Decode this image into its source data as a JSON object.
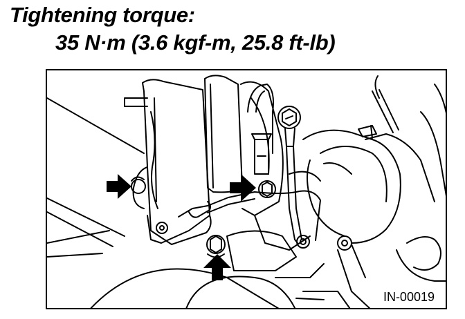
{
  "header": {
    "title": "Tightening torque:",
    "torque_value": "35 N·m (3.6 kgf-m, 25.8 ft-lb)"
  },
  "figure": {
    "figure_id": "IN-00019",
    "icons": [
      "arrow-right-icon",
      "arrow-right-icon",
      "arrow-up-icon",
      "bolt-icon"
    ]
  }
}
